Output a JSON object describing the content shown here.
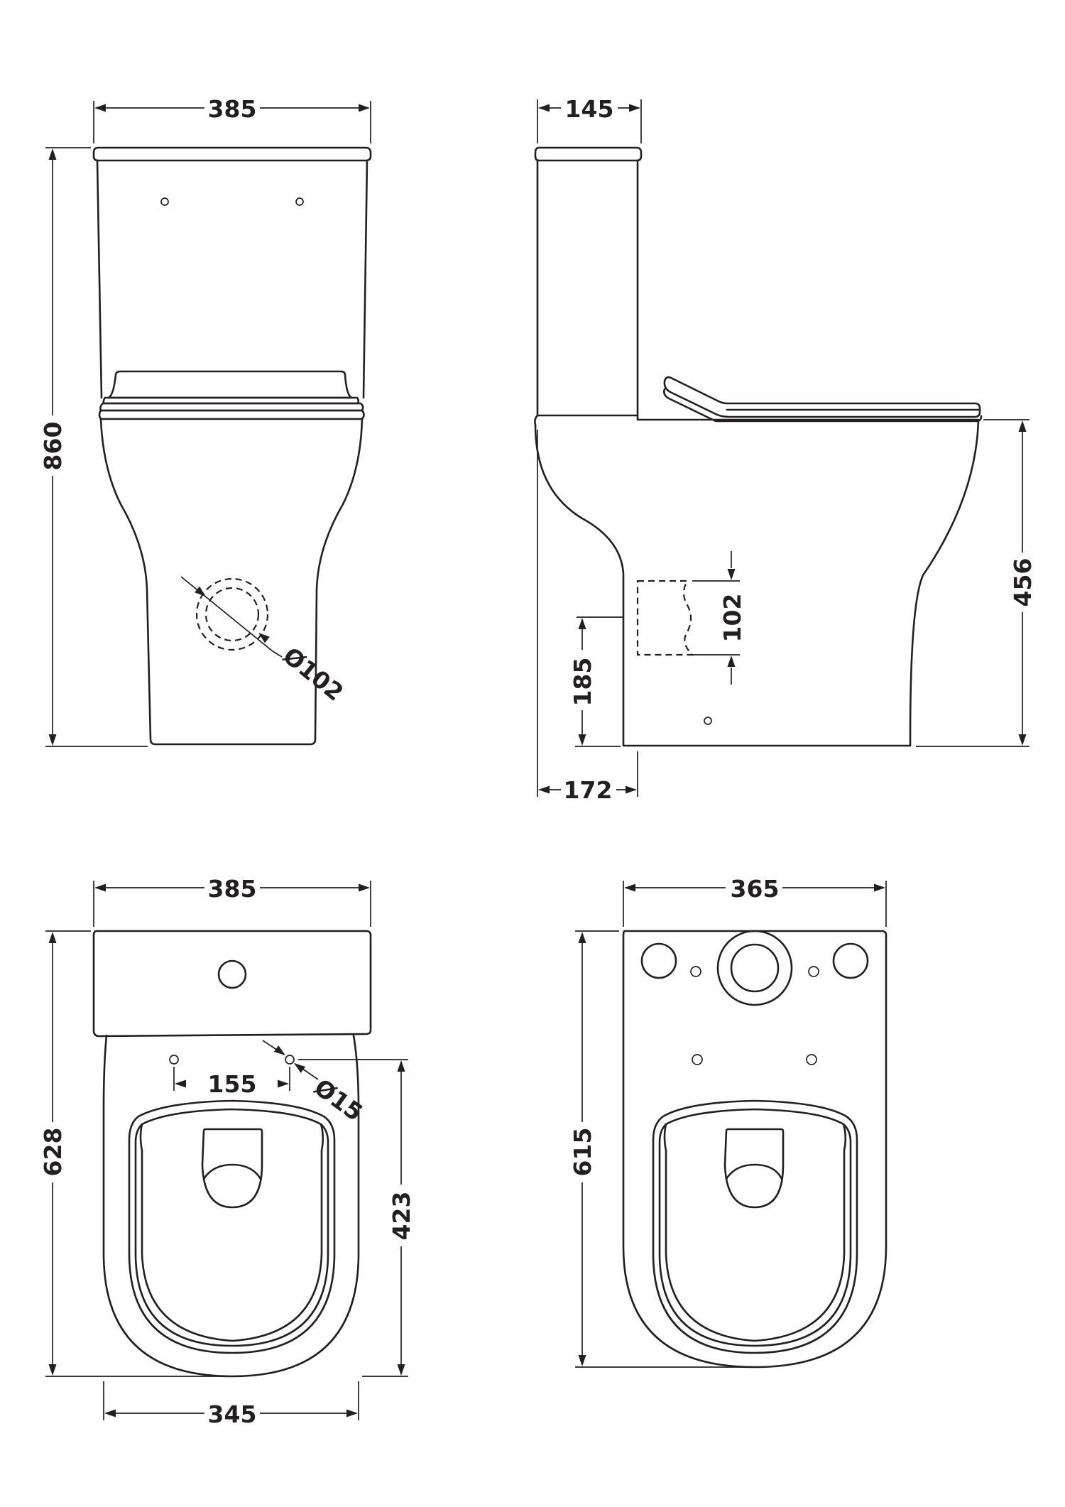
{
  "front_view": {
    "width_label": "385",
    "height_label": "860",
    "waste_diameter_label": "Ø102"
  },
  "side_view": {
    "cistern_depth_label": "145",
    "pan_height_label": "456",
    "waste_outlet_label": "102",
    "waste_height_label": "185",
    "wall_to_outlet_label": "172"
  },
  "top_view": {
    "width_label": "385",
    "depth_label": "628",
    "fixing_centres_label": "155",
    "fixing_hole_label": "Ø15",
    "hole_to_front_label": "423",
    "pan_width_label": "345"
  },
  "underside_view": {
    "width_label": "365",
    "depth_label": "615"
  },
  "colors": {
    "line": "#231f20",
    "background": "#ffffff"
  }
}
